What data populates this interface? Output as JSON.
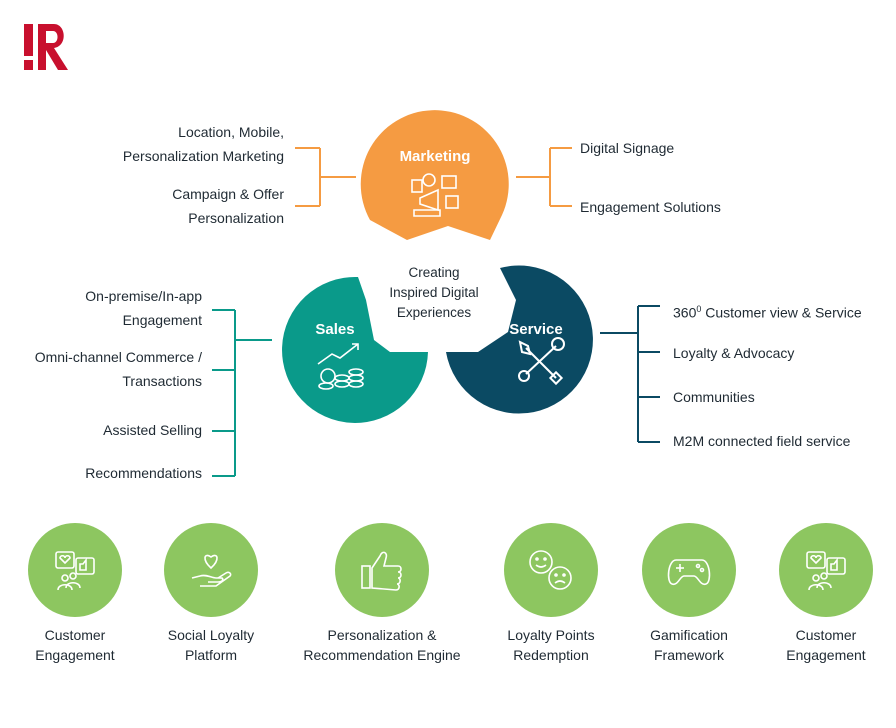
{
  "colors": {
    "brand_red": "#c8102e",
    "marketing": "#f59b42",
    "sales": "#0a9a8a",
    "service": "#0b4a63",
    "bottom_circles": "#8dc660",
    "connector_sales": "#0a9a8a"
  },
  "center_text": [
    "Creating",
    "Inspired Digital",
    "Experiences"
  ],
  "marketing": {
    "title": "Marketing",
    "left_items": [
      {
        "line1": "Location, Mobile,",
        "line2": "Personalization Marketing"
      },
      {
        "line1": "Campaign & Offer",
        "line2": "Personalization"
      }
    ],
    "right_items": [
      "Digital Signage",
      "Engagement Solutions"
    ]
  },
  "sales": {
    "title": "Sales",
    "items": [
      {
        "line1": "On-premise/In-app",
        "line2": "Engagement"
      },
      {
        "line1": "Omni-channel Commerce /",
        "line2": "Transactions"
      },
      {
        "line1": "Assisted Selling",
        "line2": ""
      },
      {
        "line1": "Recommendations",
        "line2": ""
      }
    ]
  },
  "service": {
    "title": "Service",
    "items": [
      {
        "pre": "360",
        "sup": "0",
        "post": " Customer view & Service"
      },
      {
        "pre": "Loyalty & Advocacy",
        "sup": "",
        "post": ""
      },
      {
        "pre": "Communities",
        "sup": "",
        "post": ""
      },
      {
        "pre": "M2M connected field service",
        "sup": "",
        "post": ""
      }
    ]
  },
  "bottom": [
    {
      "icon": "customer-engagement-icon",
      "line1": "Customer",
      "line2": "Engagement"
    },
    {
      "icon": "hand-heart-icon",
      "line1": "Social Loyalty",
      "line2": "Platform"
    },
    {
      "icon": "thumbs-up-icon",
      "line1": "Personalization &",
      "line2": "Recommendation Engine"
    },
    {
      "icon": "chat-faces-icon",
      "line1": "Loyalty Points",
      "line2": "Redemption"
    },
    {
      "icon": "gamepad-icon",
      "line1": "Gamification",
      "line2": "Framework"
    },
    {
      "icon": "customer-engagement-icon",
      "line1": "Customer",
      "line2": "Engagement"
    }
  ]
}
